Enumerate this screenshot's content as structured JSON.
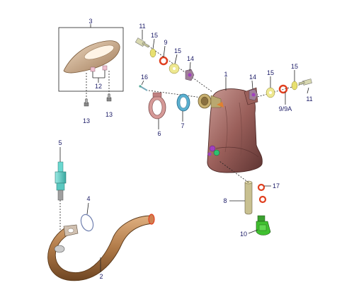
{
  "callouts": [
    {
      "id": "c1",
      "text": "1"
    },
    {
      "id": "c2",
      "text": "2"
    },
    {
      "id": "c3",
      "text": "3"
    },
    {
      "id": "c4",
      "text": "4"
    },
    {
      "id": "c5",
      "text": "5"
    },
    {
      "id": "c6",
      "text": "6"
    },
    {
      "id": "c7",
      "text": "7"
    },
    {
      "id": "c8",
      "text": "8"
    },
    {
      "id": "c9",
      "text": "9"
    },
    {
      "id": "c9a",
      "text": "9/9A"
    },
    {
      "id": "c10",
      "text": "10"
    },
    {
      "id": "c11a",
      "text": "11"
    },
    {
      "id": "c11b",
      "text": "11"
    },
    {
      "id": "c12",
      "text": "12"
    },
    {
      "id": "c13a",
      "text": "13"
    },
    {
      "id": "c13b",
      "text": "13"
    },
    {
      "id": "c14a",
      "text": "14"
    },
    {
      "id": "c14b",
      "text": "14"
    },
    {
      "id": "c15a",
      "text": "15"
    },
    {
      "id": "c15b",
      "text": "15"
    },
    {
      "id": "c15c",
      "text": "15"
    },
    {
      "id": "c15d",
      "text": "15"
    },
    {
      "id": "c16",
      "text": "16"
    },
    {
      "id": "c17",
      "text": "17"
    }
  ],
  "colors": {
    "muffler": "#b07a74",
    "muffler_dark": "#6e3f3c",
    "pipe": "#c08a5a",
    "pipe_dark": "#7a4e2a",
    "heatshield": "#d8b89a",
    "oring": "#e04020",
    "washer": "#e8e070",
    "spark_plug": "#6ad8d0",
    "clamp_ring": "#5ab0d0",
    "clamp_band": "#c87a78",
    "bolt": "#b8b8a0",
    "green_part": "#40c030",
    "purple": "#a040c0",
    "label_color": "#1a1a66"
  }
}
